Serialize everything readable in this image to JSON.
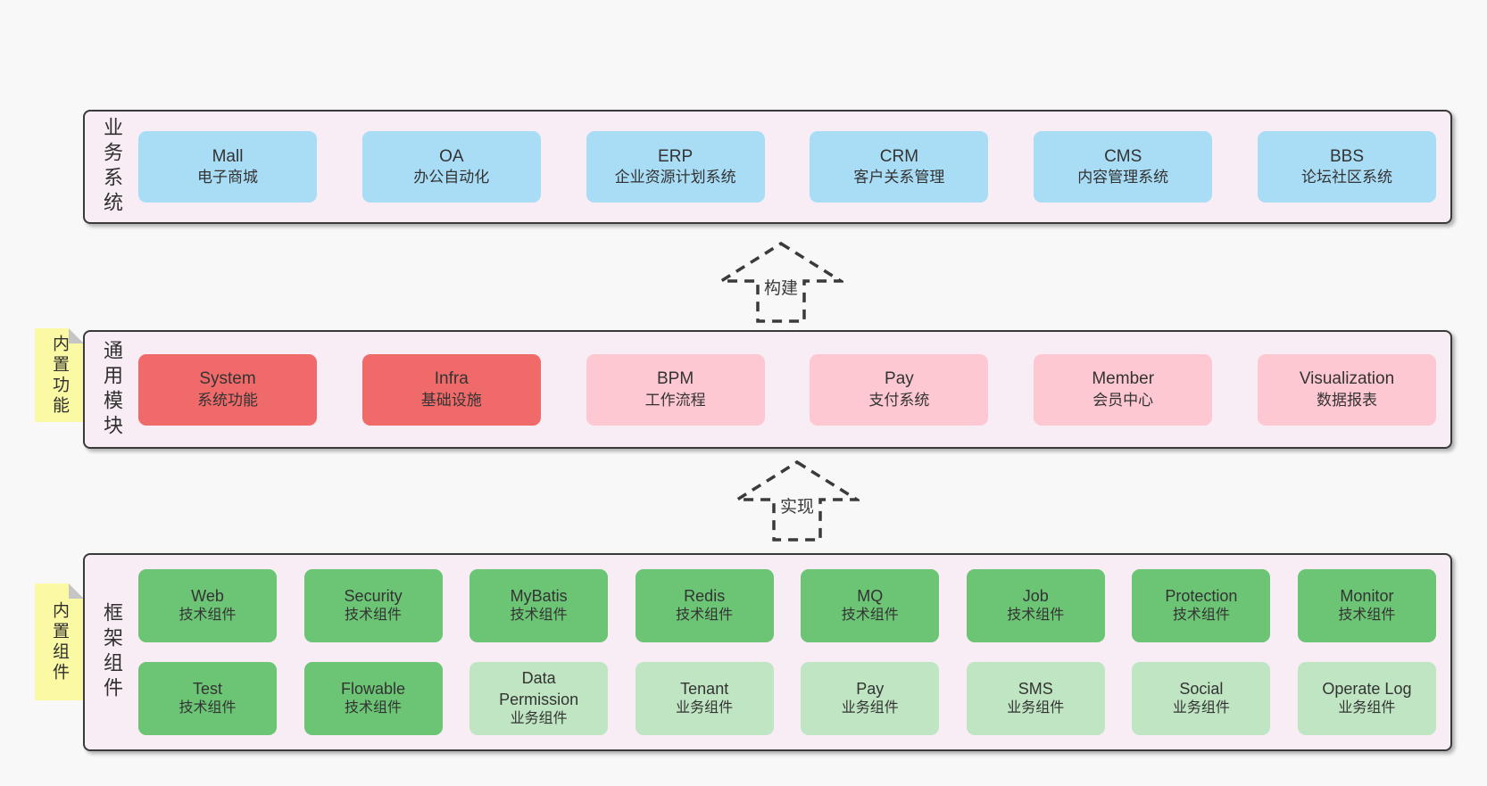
{
  "colors": {
    "pageBg": "#f8f8f8",
    "layerBg": "#f8edf5",
    "layerBorder": "#3a3a3a",
    "blue": "#a9dcf5",
    "red": "#f06a6a",
    "pink": "#fdc8d1",
    "greenDark": "#6cc475",
    "greenLight": "#bfe5c2",
    "noteYellow": "#fbf9a3",
    "noteFold": "#c5c5c5",
    "text": "#333333"
  },
  "arrows": [
    {
      "label": "构建"
    },
    {
      "label": "实现"
    }
  ],
  "layers": [
    {
      "label": "业务系统",
      "boxes": [
        {
          "name": "Mall",
          "desc": "电子商城"
        },
        {
          "name": "OA",
          "desc": "办公自动化"
        },
        {
          "name": "ERP",
          "desc": "企业资源计划系统"
        },
        {
          "name": "CRM",
          "desc": "客户关系管理"
        },
        {
          "name": "CMS",
          "desc": "内容管理系统"
        },
        {
          "name": "BBS",
          "desc": "论坛社区系统"
        }
      ]
    },
    {
      "label": "通用模块",
      "note": "内置功能",
      "boxes": [
        {
          "name": "System",
          "desc": "系统功能"
        },
        {
          "name": "Infra",
          "desc": "基础设施"
        },
        {
          "name": "BPM",
          "desc": "工作流程"
        },
        {
          "name": "Pay",
          "desc": "支付系统"
        },
        {
          "name": "Member",
          "desc": "会员中心"
        },
        {
          "name": "Visualization",
          "desc": "数据报表"
        }
      ]
    },
    {
      "label": "框架组件",
      "note": "内置组件",
      "rows": [
        [
          {
            "name": "Web",
            "desc": "技术组件"
          },
          {
            "name": "Security",
            "desc": "技术组件"
          },
          {
            "name": "MyBatis",
            "desc": "技术组件"
          },
          {
            "name": "Redis",
            "desc": "技术组件"
          },
          {
            "name": "MQ",
            "desc": "技术组件"
          },
          {
            "name": "Job",
            "desc": "技术组件"
          },
          {
            "name": "Protection",
            "desc": "技术组件"
          },
          {
            "name": "Monitor",
            "desc": "技术组件"
          }
        ],
        [
          {
            "name": "Test",
            "desc": "技术组件"
          },
          {
            "name": "Flowable",
            "desc": "技术组件"
          },
          {
            "name": "Data Permission",
            "desc": "业务组件"
          },
          {
            "name": "Tenant",
            "desc": "业务组件"
          },
          {
            "name": "Pay",
            "desc": "业务组件"
          },
          {
            "name": "SMS",
            "desc": "业务组件"
          },
          {
            "name": "Social",
            "desc": "业务组件"
          },
          {
            "name": "Operate Log",
            "desc": "业务组件"
          }
        ]
      ]
    }
  ]
}
